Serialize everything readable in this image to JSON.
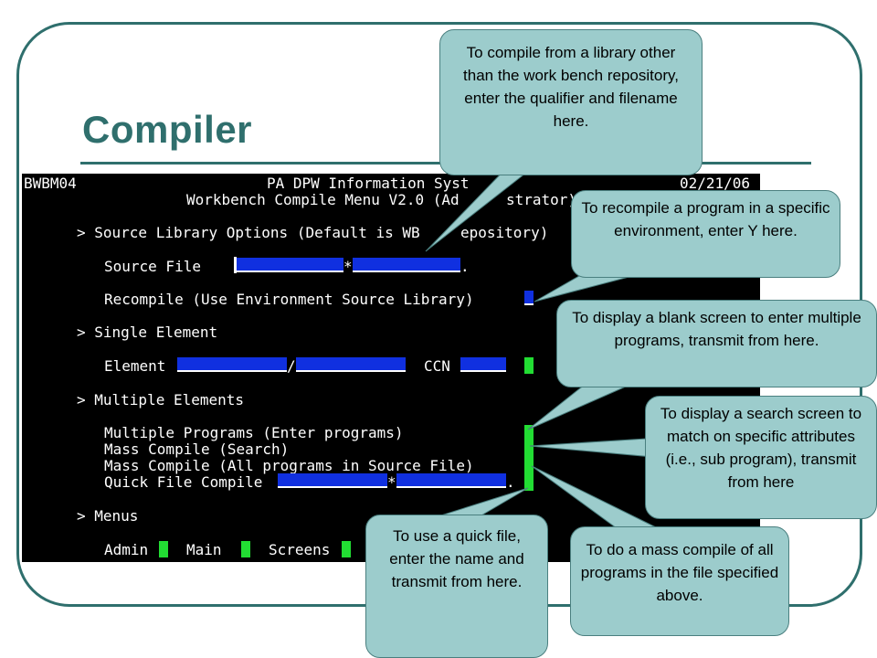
{
  "slide": {
    "title": "Compiler"
  },
  "terminal": {
    "screen_id": "BWBM04",
    "system": "PA DPW Information Syst",
    "date": "02/21/06",
    "menu_title": "Workbench Compile Menu V2.0 (Ad",
    "menu_title_tail": "strator)",
    "source_options": "> Source Library Options (Default is WB",
    "source_options_tail": "epository)",
    "source_file_label": "Source File",
    "star": "*",
    "period": ".",
    "recompile_label": "Recompile (Use Environment Source Library)",
    "single_element": "> Single Element",
    "element_label": "Element",
    "slash": "/",
    "ccn_label": "CCN",
    "multiple_elements": "> Multiple Elements",
    "multi_programs": "Multiple Programs (Enter programs)",
    "mass_search": "Mass Compile (Search)",
    "mass_all": "Mass Compile (All programs in Source File)",
    "quick_file": "Quick File Compile",
    "menus": "> Menus",
    "admin": "Admin",
    "main": "Main",
    "screens": "Screens"
  },
  "callouts": {
    "library": "To compile from a library other than the work bench repository, enter the qualifier and filename here.",
    "recompile": "To recompile a program in a specific environment, enter Y here.",
    "blank_screen": "To display a blank screen to enter multiple programs, transmit from here.",
    "search_screen": "To display a search screen to match on specific attributes (i.e., sub program), transmit from here",
    "quick_file": "To use a quick file, enter the name and transmit from here.",
    "mass_compile": "To do a mass compile of all programs in the file specified above."
  },
  "colors": {
    "accent": "#2f6f6d",
    "callout_fill": "#9ccccc",
    "terminal_bg": "#000000",
    "field_blue": "#1030e0",
    "cursor_green": "#22dd33"
  }
}
